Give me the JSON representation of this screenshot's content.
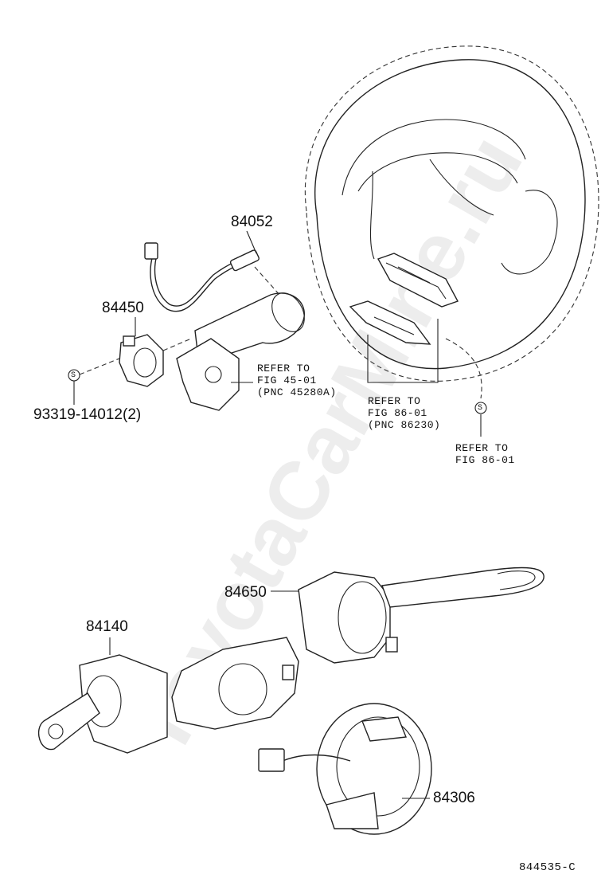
{
  "part_numbers": {
    "p84052": "84052",
    "p84450": "84450",
    "p93319": "93319-14012(2)",
    "p84650": "84650",
    "p84140": "84140",
    "p84306": "84306"
  },
  "references": {
    "fig45": {
      "line1": "REFER TO",
      "line2": "FIG 45-01",
      "line3": "(PNC 45280A)"
    },
    "fig86a": {
      "line1": "REFER TO",
      "line2": "FIG 86-01",
      "line3": "(PNC 86230)"
    },
    "fig86b": {
      "line1": "REFER TO",
      "line2": "FIG 86-01"
    }
  },
  "symbols": {
    "screw_mark": "S"
  },
  "footer": {
    "diagram_id": "844535-C"
  },
  "watermark": {
    "text": "ToyotaCarMine.ru"
  },
  "colors": {
    "line": "#222222",
    "background": "#ffffff"
  }
}
